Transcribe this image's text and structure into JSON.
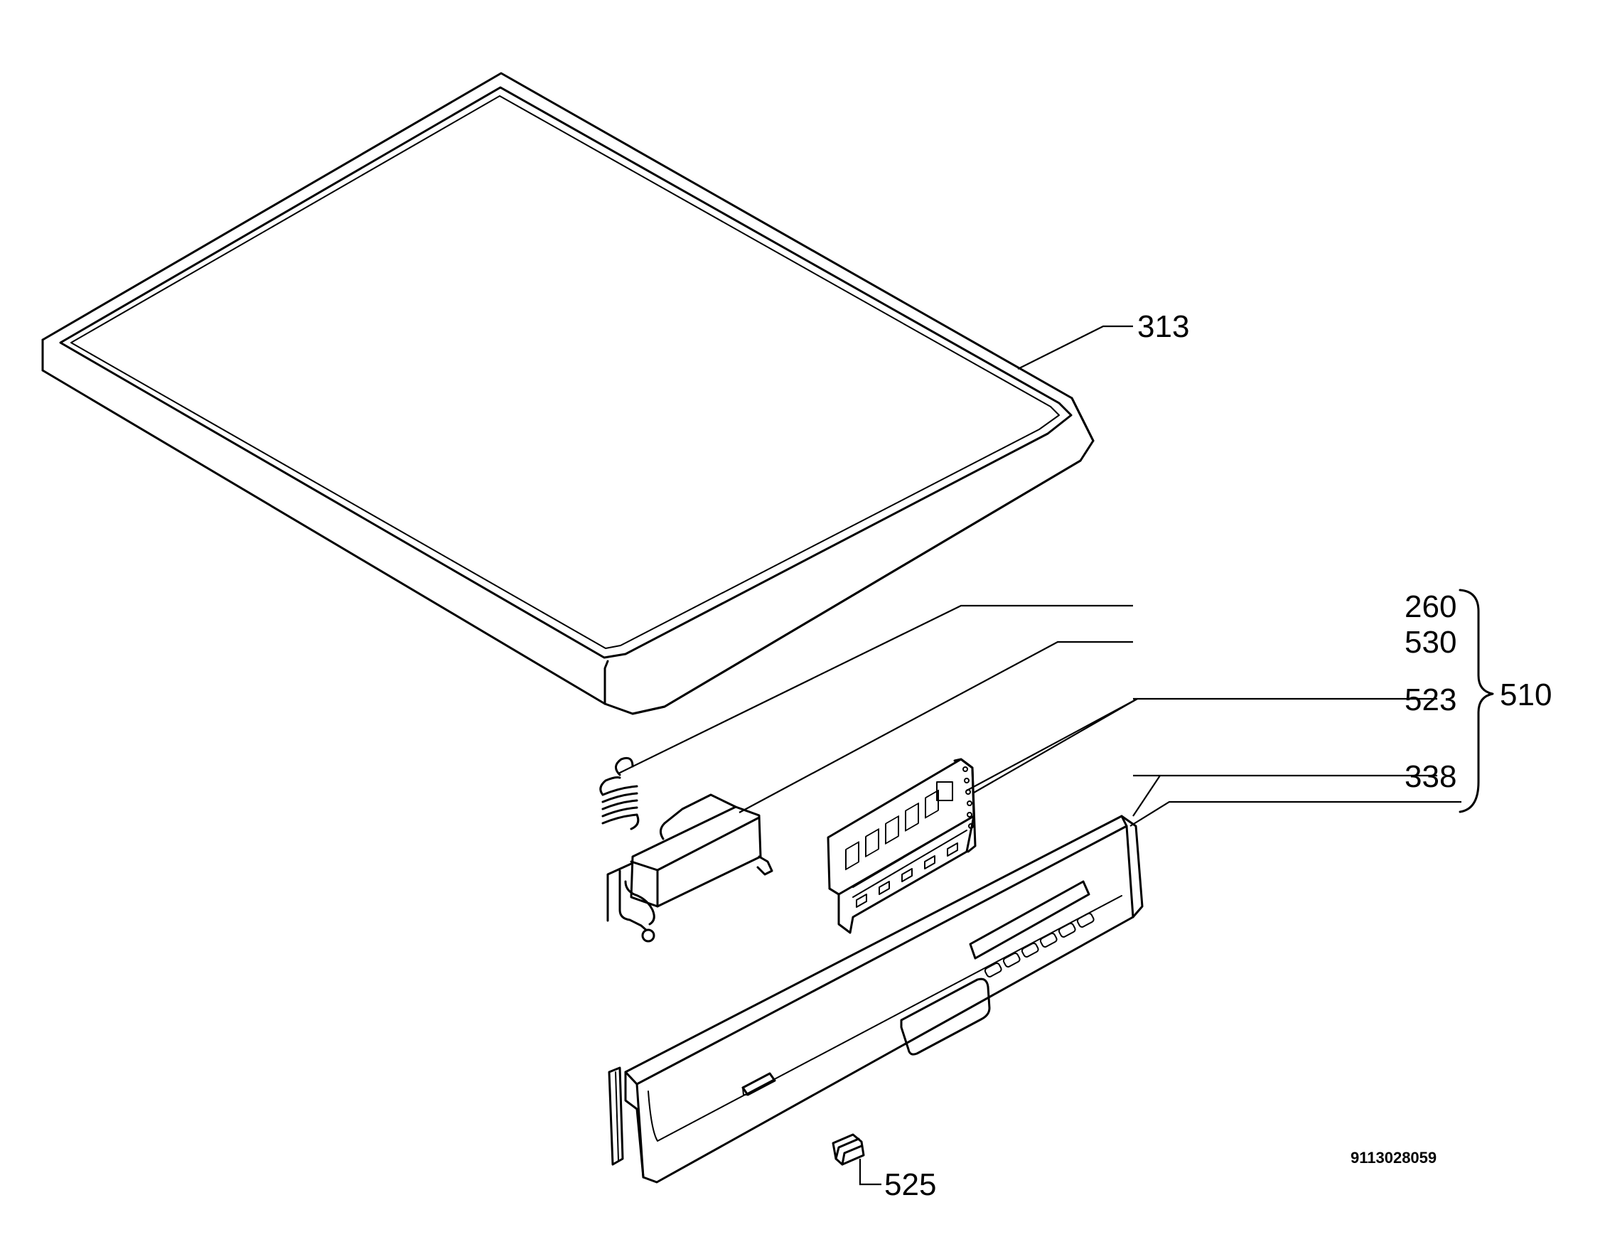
{
  "diagram": {
    "parts": [
      {
        "id": "lid",
        "label": "313"
      },
      {
        "id": "spring",
        "label": "260"
      },
      {
        "id": "hinge",
        "label": "530"
      },
      {
        "id": "pcb",
        "label": "523"
      },
      {
        "id": "control-panel",
        "label": "338"
      },
      {
        "id": "knob",
        "label": "525"
      }
    ],
    "group": {
      "label": "510",
      "members": [
        "260",
        "530",
        "523",
        "338"
      ]
    },
    "drawing_code": "9113028059"
  }
}
